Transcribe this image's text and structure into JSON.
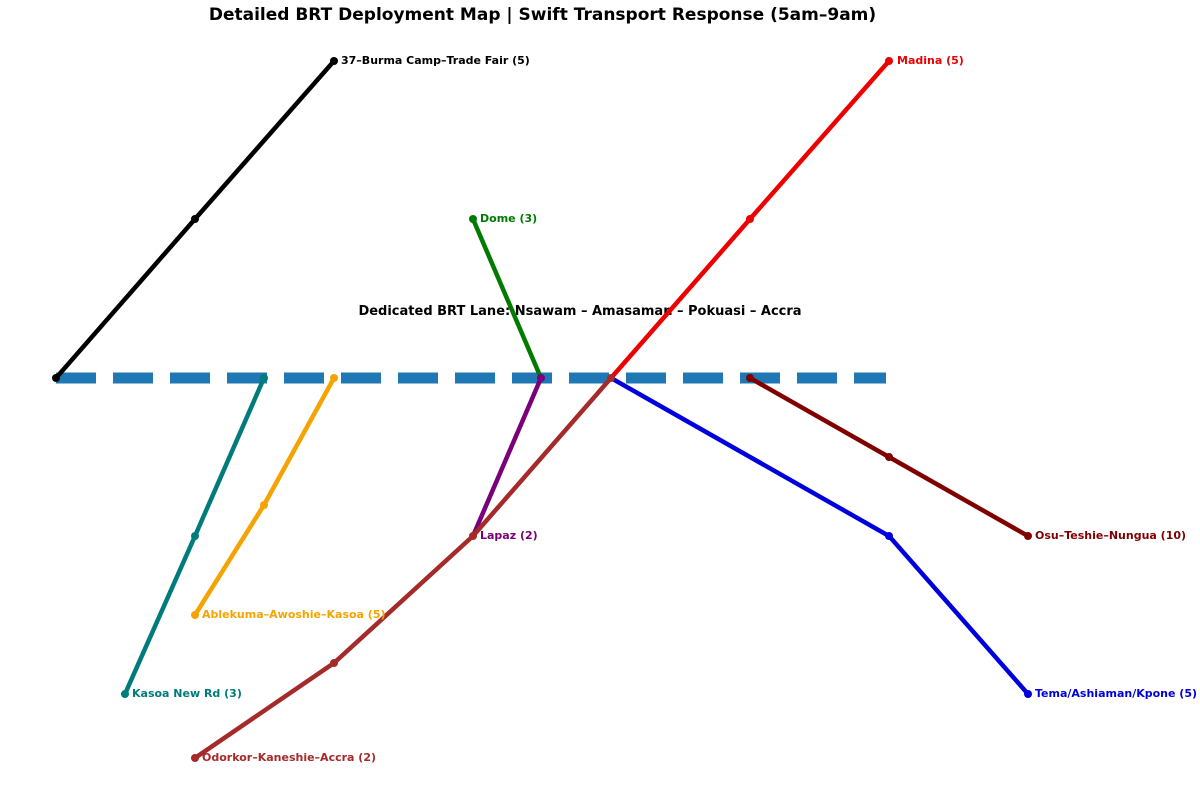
{
  "title": "Detailed BRT Deployment Map | Swift Transport Response (5am–9am)",
  "lane": {
    "label": "Dedicated BRT Lane: Nsawam – Amasaman – Pokuasi – Accra",
    "color": "#1f77b4"
  },
  "routes": [
    {
      "id": "burma-camp",
      "label": "37–Burma Camp–Trade Fair (5)",
      "color": "#000000"
    },
    {
      "id": "madina",
      "label": "Madina (5)",
      "color": "#ee0000"
    },
    {
      "id": "dome",
      "label": "Dome (3)",
      "color": "#007a00"
    },
    {
      "id": "lapaz",
      "label": "Lapaz (2)",
      "color": "#7a007a"
    },
    {
      "id": "kasoa-new-rd",
      "label": "Kasoa New Rd (3)",
      "color": "#007b7b"
    },
    {
      "id": "ablekuma",
      "label": "Ablekuma–Awoshie–Kasoa (5)",
      "color": "#f5a300"
    },
    {
      "id": "odorkor",
      "label": "Odorkor–Kaneshie–Accra (2)",
      "color": "#a52a2a"
    },
    {
      "id": "osu",
      "label": "Osu–Teshie–Nungua (10)",
      "color": "#800000"
    },
    {
      "id": "tema",
      "label": "Tema/Ashiaman/Kpone (5)",
      "color": "#0000dd"
    }
  ]
}
